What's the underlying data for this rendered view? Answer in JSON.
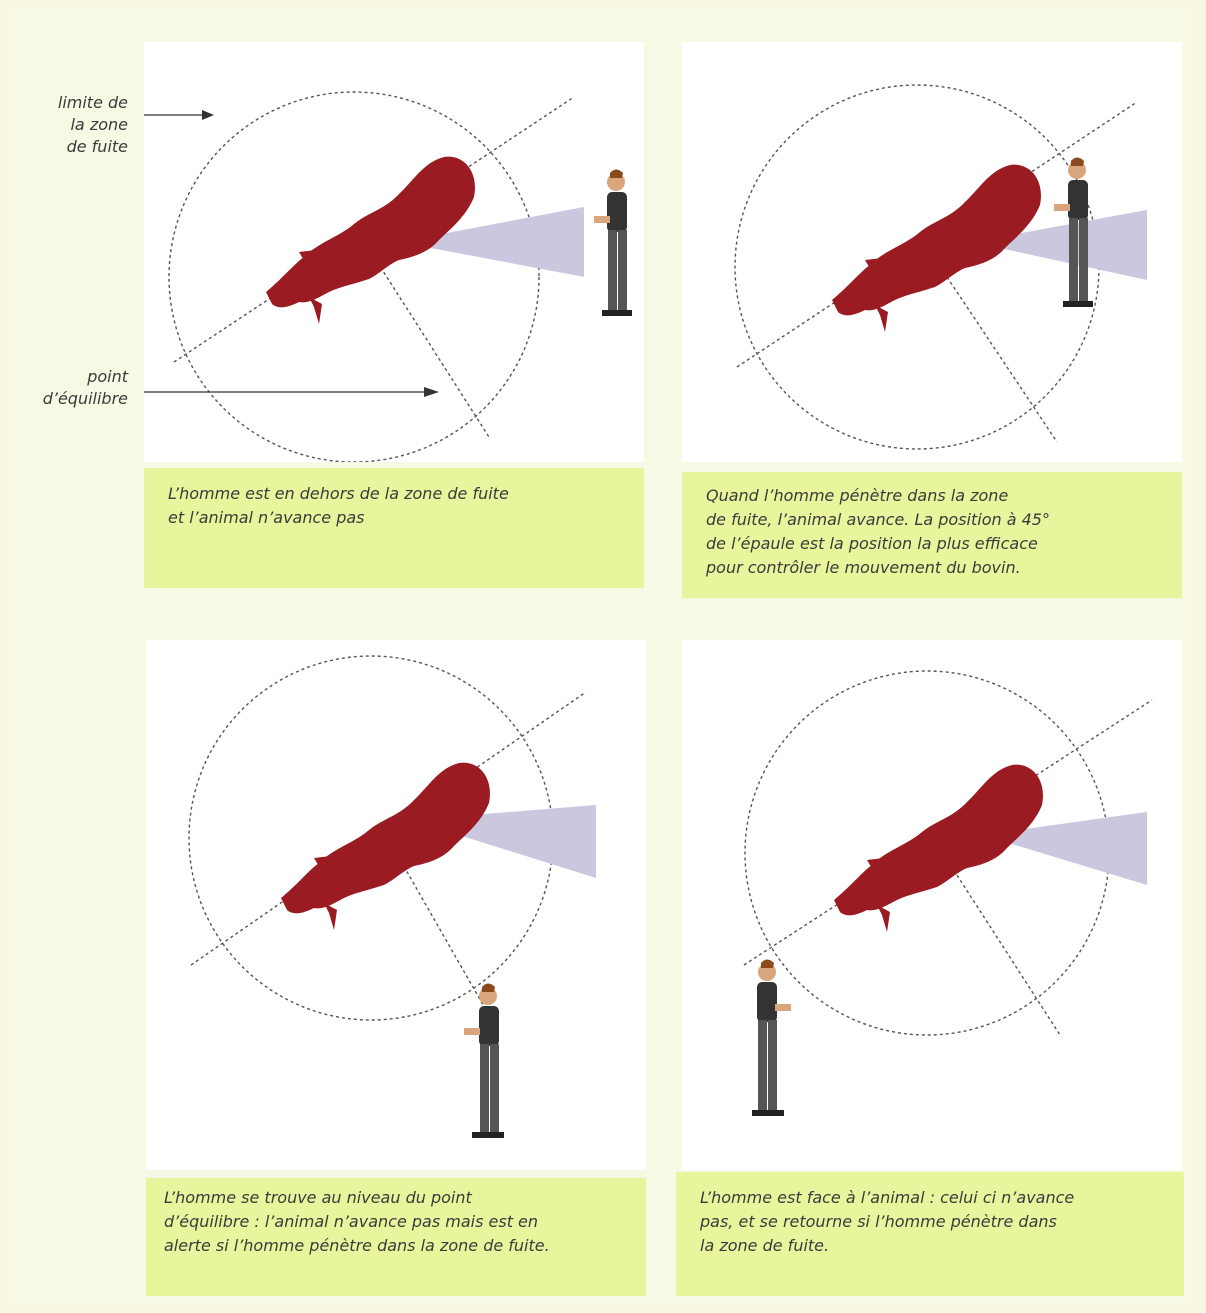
{
  "labels": {
    "flight_zone_limit": [
      "limite de",
      "la zone",
      "de fuite"
    ],
    "balance_point": [
      "point",
      "d’équilibre"
    ]
  },
  "panels": [
    {
      "caption_lines": [
        "L’homme est en dehors de la zone de fuite",
        "et l’animal n’avance pas"
      ]
    },
    {
      "caption_lines": [
        "Quand l’homme pénètre dans la zone",
        "de fuite, l’animal avance. La position à 45°",
        "de l’épaule est la position la plus efficace",
        "pour contrôler le mouvement du bovin."
      ]
    },
    {
      "caption_lines": [
        "L’homme se trouve au niveau du point",
        "d’équilibre : l’animal n’avance pas mais est en",
        "alerte si l’homme pénètre dans la zone de fuite."
      ]
    },
    {
      "caption_lines": [
        "L’homme est face à l’animal : celui ci n’avance",
        "pas, et se retourne si l’homme pénètre dans",
        "la zone de fuite."
      ]
    }
  ],
  "colors": {
    "animal": "#9a1b22",
    "vision_cone": "#c9c8df",
    "caption_bg": "#e9f59d",
    "page_bg": "#f7f8df",
    "dashed_line": "#555555"
  }
}
